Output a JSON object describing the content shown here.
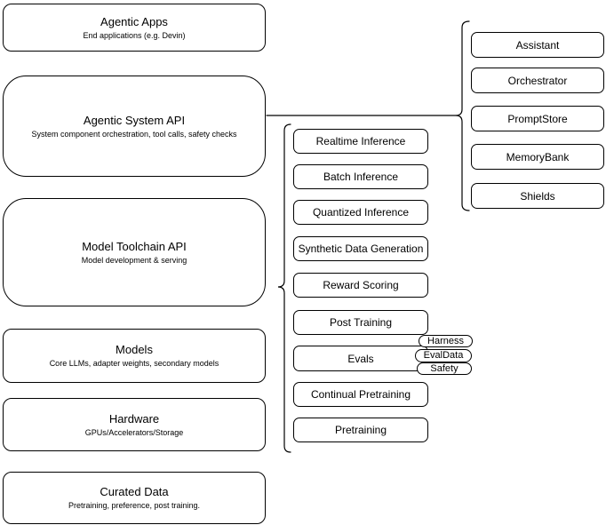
{
  "diagram": {
    "stack": [
      {
        "title": "Agentic Apps",
        "subtitle": "End applications (e.g. Devin)"
      },
      {
        "title": "Agentic System API",
        "subtitle": "System component orchestration, tool calls, safety checks"
      },
      {
        "title": "Model Toolchain API",
        "subtitle": "Model development & serving"
      },
      {
        "title": "Models",
        "subtitle": "Core LLMs, adapter weights, secondary models"
      },
      {
        "title": "Hardware",
        "subtitle": "GPUs/Accelerators/Storage"
      },
      {
        "title": "Curated Data",
        "subtitle": "Pretraining, preference, post training."
      }
    ],
    "toolchain": {
      "items": [
        {
          "label": "Realtime Inference"
        },
        {
          "label": "Batch Inference"
        },
        {
          "label": "Quantized Inference"
        },
        {
          "label": "Synthetic Data Generation"
        },
        {
          "label": "Reward Scoring"
        },
        {
          "label": "Post Training"
        },
        {
          "label": "Evals",
          "tags": [
            "Harness",
            "EvalData",
            "Safety"
          ]
        },
        {
          "label": "Continual Pretraining"
        },
        {
          "label": "Pretraining"
        }
      ]
    },
    "system_components": {
      "items": [
        {
          "label": "Assistant"
        },
        {
          "label": "Orchestrator"
        },
        {
          "label": "PromptStore"
        },
        {
          "label": "MemoryBank"
        },
        {
          "label": "Shields"
        }
      ]
    },
    "colors": {
      "stroke": "#000000",
      "background": "#ffffff",
      "text": "#000000"
    }
  }
}
